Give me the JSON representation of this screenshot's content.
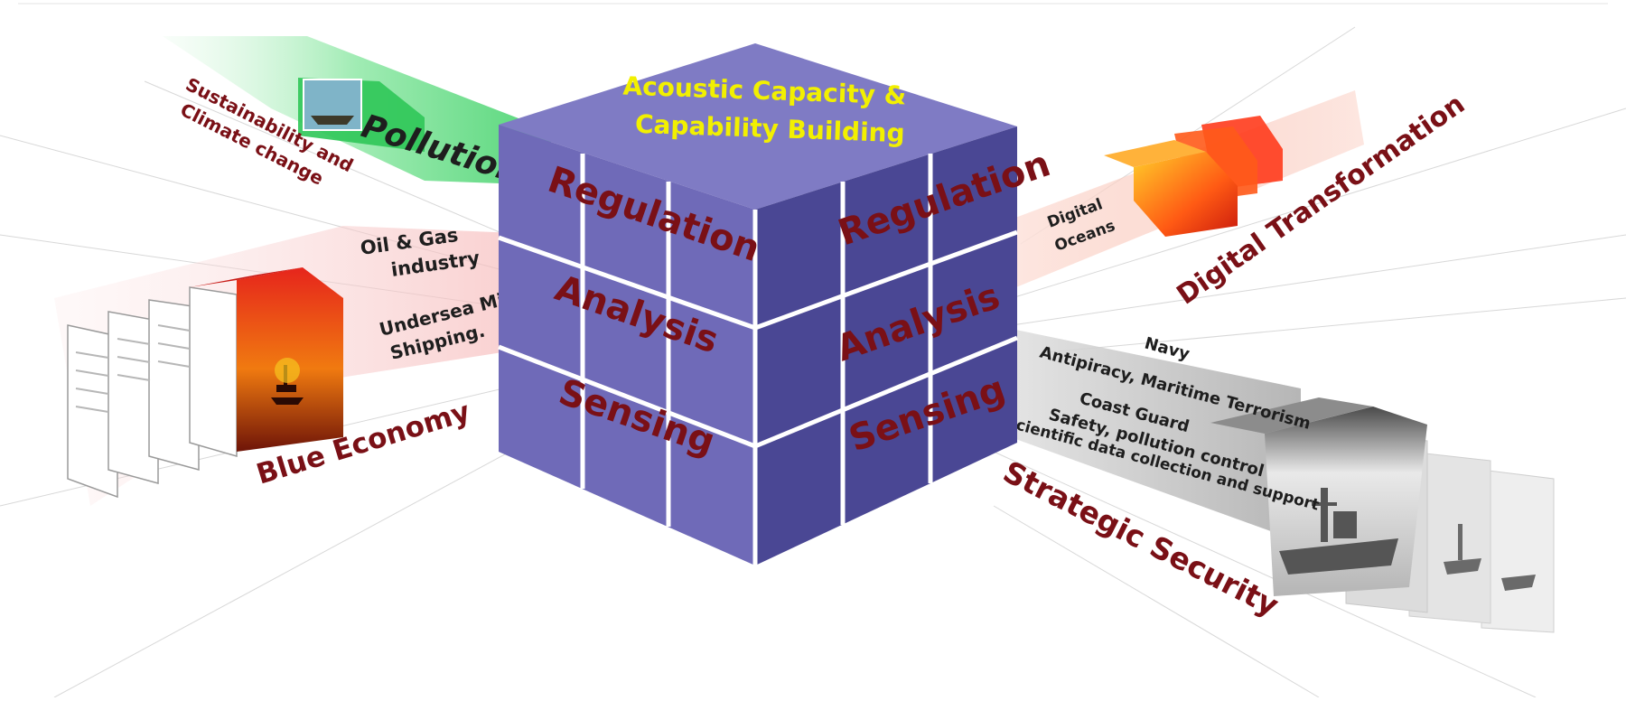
{
  "cube": {
    "top_line1": "Acoustic Capacity &",
    "top_line2": "Capability Building",
    "front_layers": [
      "Regulation",
      "Analysis",
      "Sensing"
    ],
    "side_layers": [
      "Regulation",
      "Analysis",
      "Sensing"
    ],
    "colors": {
      "top": "#7f7bc4",
      "front": "#6f6ab8",
      "side": "#4a4794",
      "grid": "#ffffff"
    }
  },
  "branches": {
    "pollution": {
      "title": "Pollution",
      "caption_line1": "Sustainability and",
      "caption_line2": "Climate change",
      "color": "#3ed46a"
    },
    "blue_economy": {
      "title": "Blue Economy",
      "label1_line1": "Oil & Gas",
      "label1_line2": "industry",
      "label2_line1": "Undersea Mining,",
      "label2_line2": "Shipping.",
      "color": "#f3b0b0"
    },
    "digital": {
      "title": "Digital Transformation",
      "label_line1": "Digital",
      "label_line2": "Oceans",
      "color": "#ff7a3c"
    },
    "security": {
      "title": "Strategic Security",
      "lines": [
        "Navy",
        "Antipiracy, Maritime Terrorism",
        "Coast Guard",
        "Safety, pollution control",
        "Scientific data collection and support"
      ],
      "color": "#bdbdbd"
    }
  }
}
